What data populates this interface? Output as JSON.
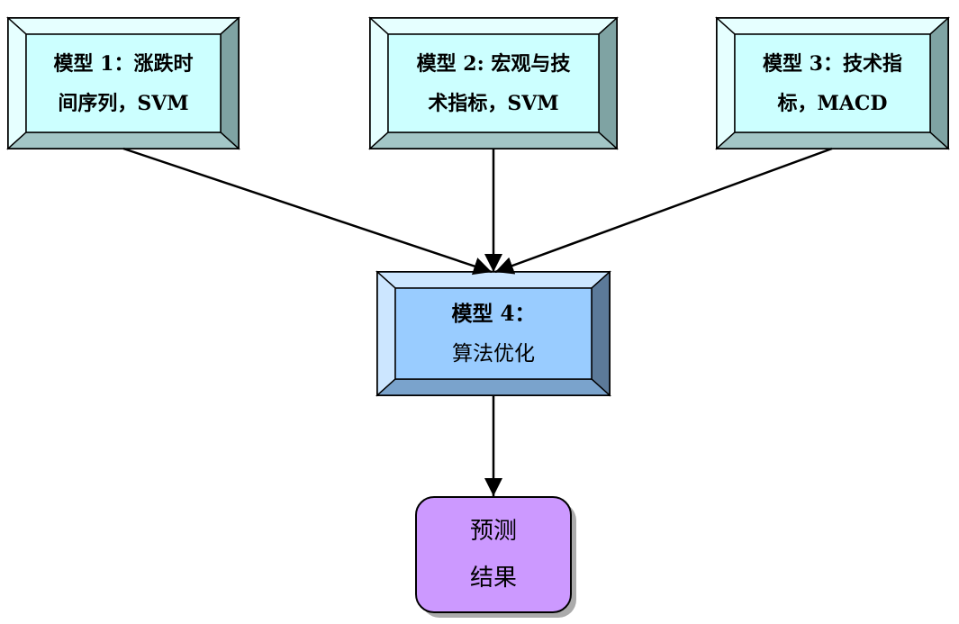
{
  "model1": {
    "line1": "模型 1：涨跌时",
    "line2": "间序列，SVM"
  },
  "model2": {
    "line1": "模型 2: 宏观与技",
    "line2": "术指标，SVM"
  },
  "model3": {
    "line1": "模型 3：技术指",
    "line2": "标，MACD"
  },
  "model4": {
    "line1": "模型 4：",
    "line2": "算法优化"
  },
  "result": {
    "line1": "预测",
    "line2": "结果"
  },
  "colors": {
    "model_box_face": "#ccffff",
    "model4_face": "#99ccff",
    "result_face": "#cc99ff",
    "arrow": "#000000"
  }
}
